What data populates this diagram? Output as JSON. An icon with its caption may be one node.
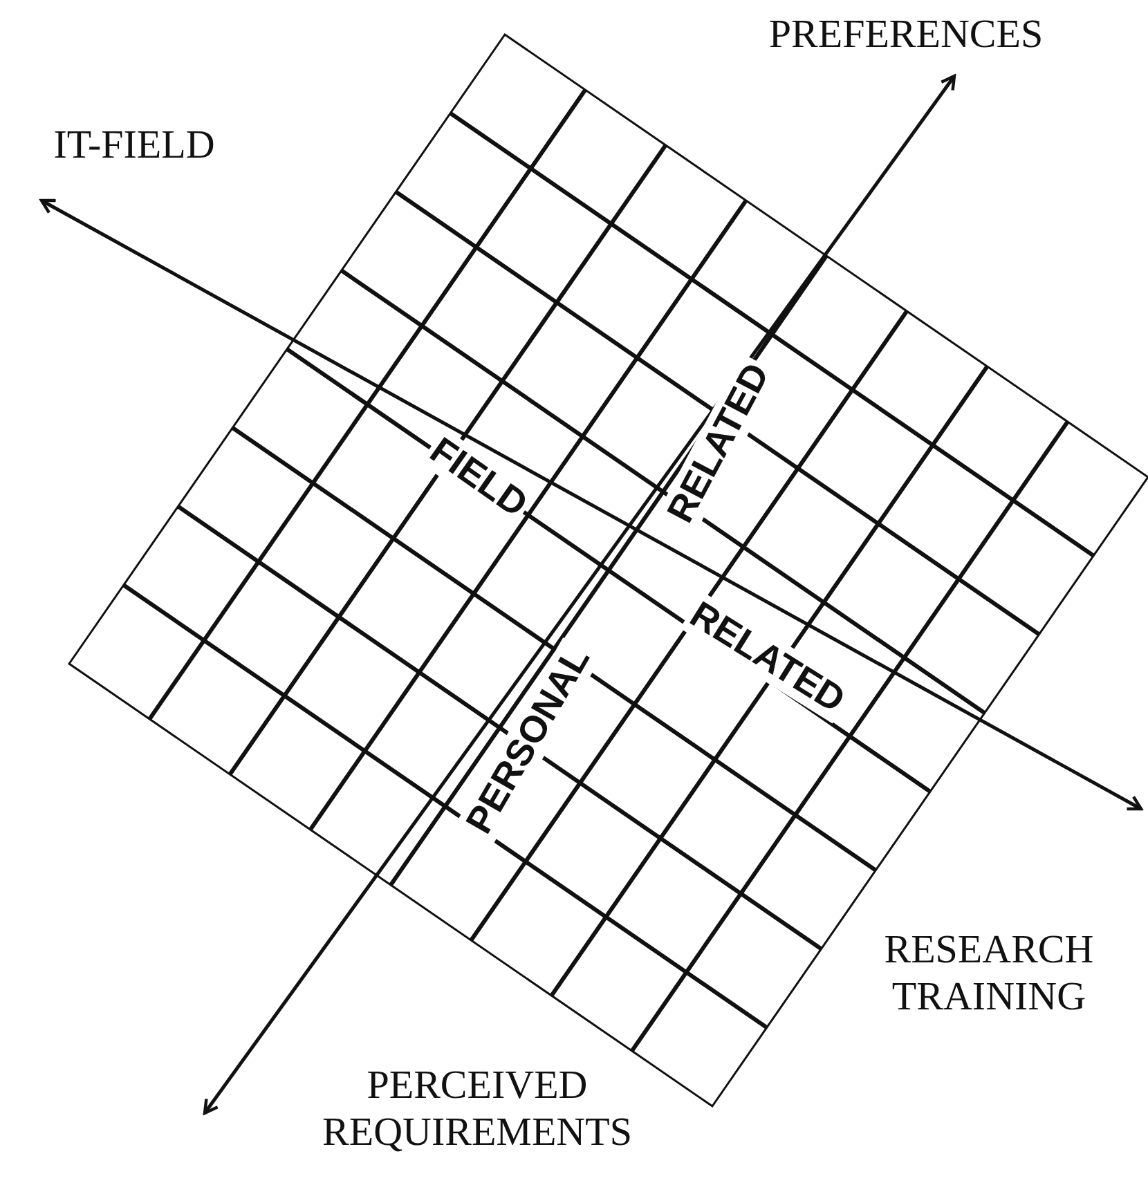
{
  "diagram": {
    "labels": [
      "PREFERENCES",
      "IT-FIELD",
      "FIELD",
      "RELATED",
      "RELATED",
      "PERSONAL",
      "RESEARCH TRAINING",
      "PERCEIVED REQUIREMENTS"
    ]
  }
}
